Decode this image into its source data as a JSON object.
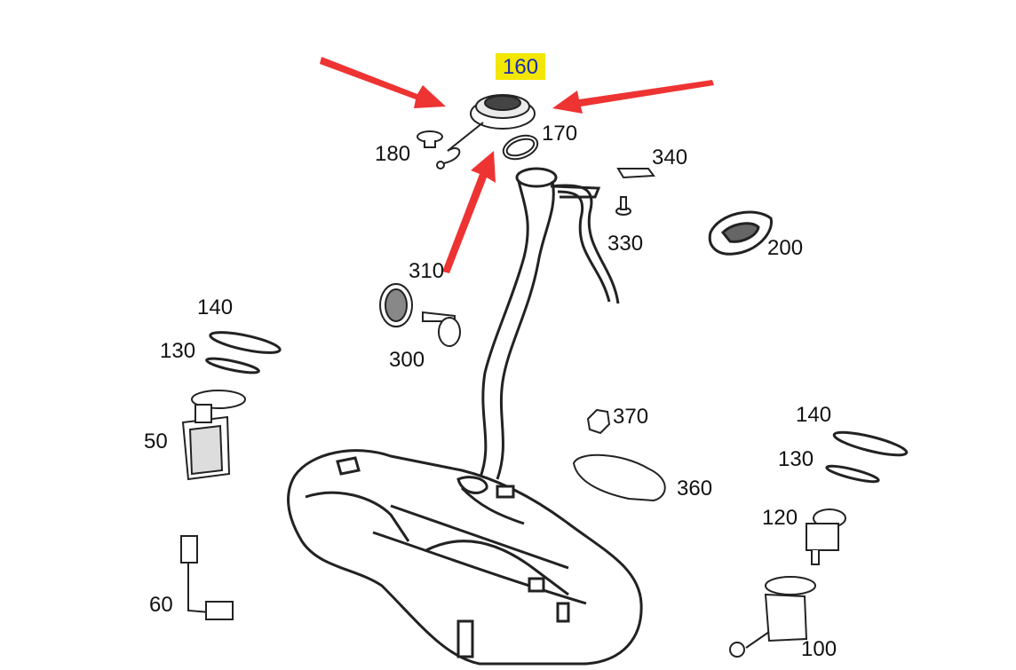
{
  "diagram": {
    "labels": {
      "p160": "160",
      "p170": "170",
      "p180": "180",
      "p340": "340",
      "p330": "330",
      "p200": "200",
      "p310": "310",
      "p300": "300",
      "p140a": "140",
      "p130a": "130",
      "p50": "50",
      "p370": "370",
      "p360": "360",
      "p140b": "140",
      "p130b": "130",
      "p120": "120",
      "p60": "60",
      "p100": "100"
    },
    "colors": {
      "highlight_bg": "#f3e600",
      "highlight_text": "#1a2fb0",
      "arrow": "#ee3333",
      "line": "#222222"
    }
  }
}
